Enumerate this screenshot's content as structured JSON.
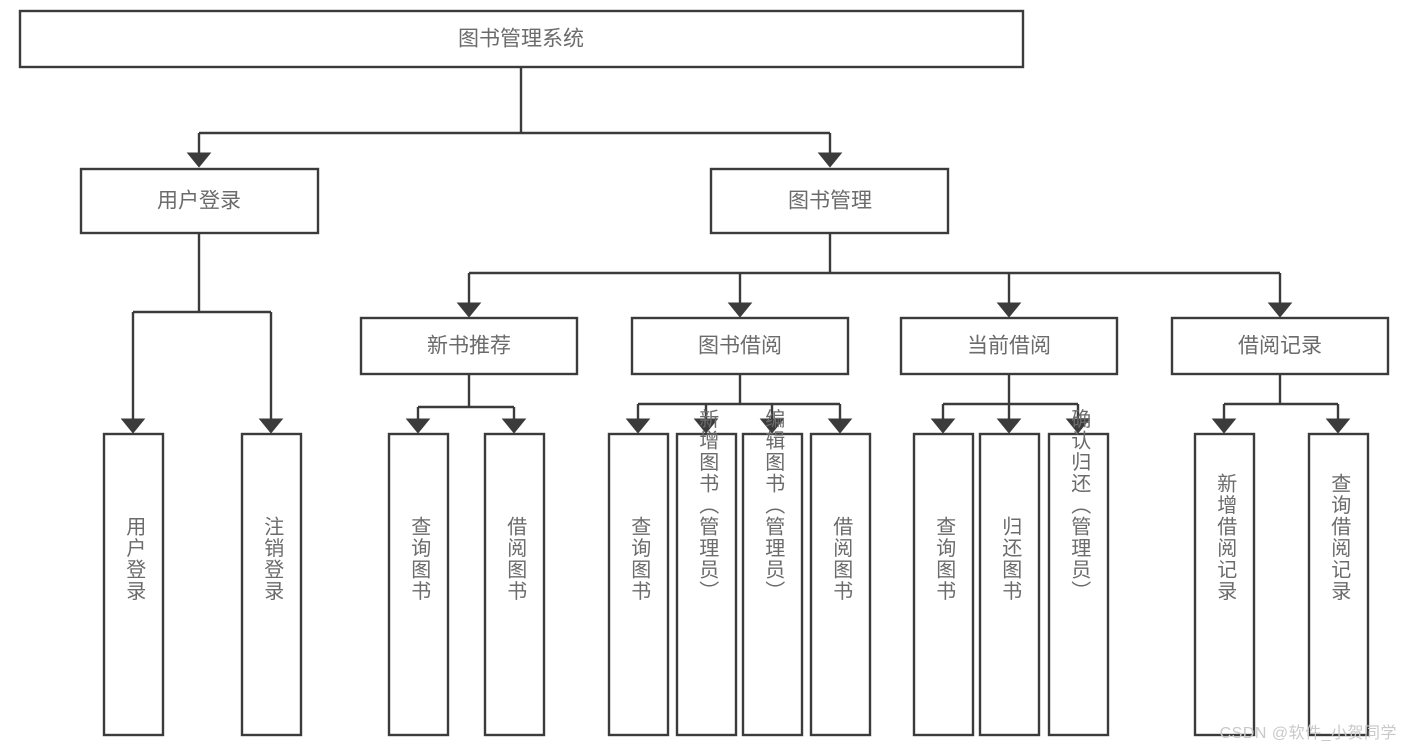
{
  "diagram": {
    "title": "图书管理系统",
    "type": "tree",
    "watermark": "CSDN @软件_小贺同学",
    "colors": {
      "box_stroke": "#3b3b3b",
      "box_fill": "#ffffff",
      "label_text": "#6b6b6b",
      "edge": "#3b3b3b",
      "watermark": "#c9c9c9",
      "background": "#ffffff"
    },
    "nodes": {
      "root": {
        "label": "图书管理系统",
        "orientation": "horizontal"
      },
      "level2": [
        {
          "id": "user-login",
          "label": "用户登录",
          "orientation": "horizontal"
        },
        {
          "id": "book-manage",
          "label": "图书管理",
          "orientation": "horizontal"
        }
      ],
      "level3": [
        {
          "id": "new-book-rec",
          "label": "新书推荐",
          "orientation": "horizontal"
        },
        {
          "id": "book-borrow",
          "label": "图书借阅",
          "orientation": "horizontal"
        },
        {
          "id": "current-borrow",
          "label": "当前借阅",
          "orientation": "horizontal"
        },
        {
          "id": "borrow-record",
          "label": "借阅记录",
          "orientation": "horizontal"
        }
      ],
      "leaves": [
        {
          "id": "leaf-user-login",
          "parent": "user-login",
          "label": "用户登录",
          "orientation": "vertical"
        },
        {
          "id": "leaf-user-logout",
          "parent": "user-login",
          "label": "注销登录",
          "orientation": "vertical"
        },
        {
          "id": "leaf-query-book-1",
          "parent": "new-book-rec",
          "label": "查询图书",
          "orientation": "vertical"
        },
        {
          "id": "leaf-borrow-book-1",
          "parent": "new-book-rec",
          "label": "借阅图书",
          "orientation": "vertical"
        },
        {
          "id": "leaf-query-book-2",
          "parent": "book-borrow",
          "label": "查询图书",
          "orientation": "vertical"
        },
        {
          "id": "leaf-add-book",
          "parent": "book-borrow",
          "label": "新增图书（管理员）",
          "orientation": "vertical"
        },
        {
          "id": "leaf-edit-book",
          "parent": "book-borrow",
          "label": "编辑图书（管理员）",
          "orientation": "vertical"
        },
        {
          "id": "leaf-borrow-book-2",
          "parent": "book-borrow",
          "label": "借阅图书",
          "orientation": "vertical"
        },
        {
          "id": "leaf-query-book-3",
          "parent": "current-borrow",
          "label": "查询图书",
          "orientation": "vertical"
        },
        {
          "id": "leaf-return-book",
          "parent": "current-borrow",
          "label": "归还图书",
          "orientation": "vertical"
        },
        {
          "id": "leaf-confirm-return",
          "parent": "current-borrow",
          "label": "确认归还（管理员）",
          "orientation": "vertical"
        },
        {
          "id": "leaf-add-record",
          "parent": "borrow-record",
          "label": "新增借阅记录",
          "orientation": "vertical"
        },
        {
          "id": "leaf-query-record",
          "parent": "borrow-record",
          "label": "查询借阅记录",
          "orientation": "vertical"
        }
      ]
    }
  }
}
